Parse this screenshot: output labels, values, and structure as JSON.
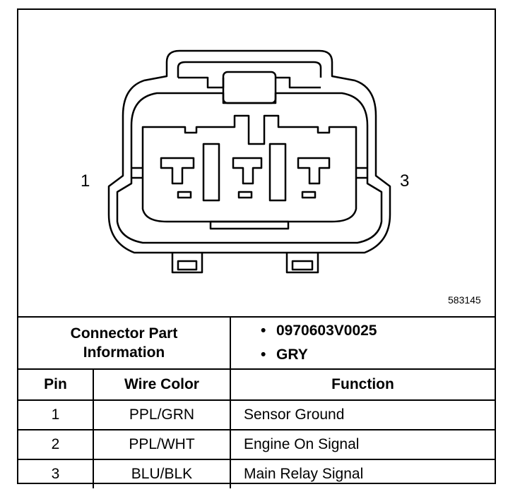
{
  "diagram": {
    "pin_left_label": "1",
    "pin_right_label": "3",
    "figure_number": "583145"
  },
  "part_info": {
    "label_line1": "Connector Part",
    "label_line2": "Information",
    "items": [
      "0970603V0025",
      "GRY"
    ]
  },
  "table": {
    "headers": [
      "Pin",
      "Wire Color",
      "Function"
    ],
    "rows": [
      {
        "pin": "1",
        "wire_color": "PPL/GRN",
        "function": "Sensor Ground"
      },
      {
        "pin": "2",
        "wire_color": "PPL/WHT",
        "function": "Engine On Signal"
      },
      {
        "pin": "3",
        "wire_color": "BLU/BLK",
        "function": "Main Relay Signal"
      }
    ]
  }
}
